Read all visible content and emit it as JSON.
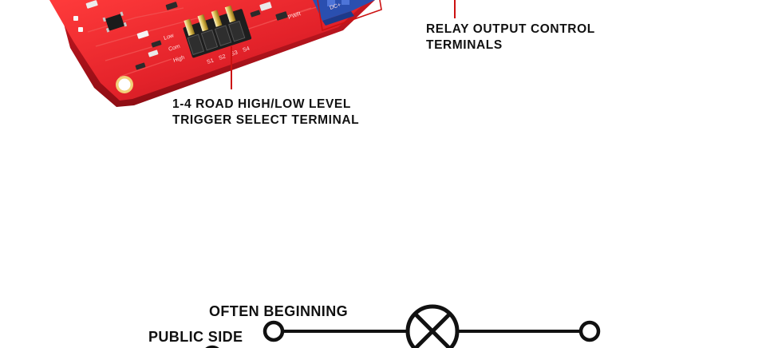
{
  "callouts": {
    "relay_output": {
      "line1": "RELAY OUTPUT CONTROL",
      "line2": "TERMINALS"
    },
    "trigger_select": {
      "line1": "1-4 ROAD HIGH/LOW LEVEL",
      "line2": "TRIGGER SELECT TERMINAL"
    }
  },
  "wiring": {
    "often_beginning": "OFTEN BEGINNING",
    "public_side": "PUBLIC SIDE"
  },
  "board_silkscreen": {
    "low": "Low",
    "com": "Com",
    "high": "High",
    "pins": [
      "S1",
      "S2",
      "S3",
      "S4"
    ],
    "pwr": "PWR",
    "dc_plus": "DC+"
  },
  "colors": {
    "board_red": "#e0202a",
    "leader_red": "#cc1111",
    "terminal_blue": "#2a4fb0",
    "text_dark": "#111111"
  }
}
